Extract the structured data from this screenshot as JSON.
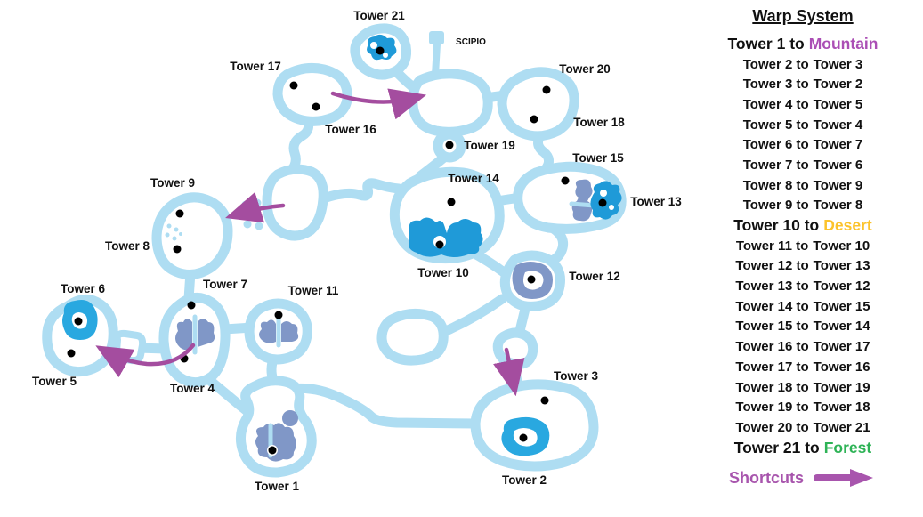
{
  "colors": {
    "path": "#aeddf2",
    "lake": "#1f9ad8",
    "lake-bright": "#29a8e0",
    "slate": "#8097c7",
    "arrow": "#a44d9f",
    "mountain": "#ab4fb5",
    "desert": "#fcc32c",
    "forest": "#2eb356",
    "shortcuts": "#a855ad"
  },
  "map": {
    "labels": [
      {
        "id": "tower-21",
        "text": "Tower 21"
      },
      {
        "id": "scipio",
        "text": "SCIPIO"
      },
      {
        "id": "tower-17",
        "text": "Tower 17"
      },
      {
        "id": "tower-20",
        "text": "Tower 20"
      },
      {
        "id": "tower-16",
        "text": "Tower 16"
      },
      {
        "id": "tower-18",
        "text": "Tower 18"
      },
      {
        "id": "tower-19",
        "text": "Tower 19"
      },
      {
        "id": "tower-15",
        "text": "Tower 15"
      },
      {
        "id": "tower-14",
        "text": "Tower 14"
      },
      {
        "id": "tower-9",
        "text": "Tower 9"
      },
      {
        "id": "tower-13",
        "text": "Tower 13"
      },
      {
        "id": "tower-8",
        "text": "Tower 8"
      },
      {
        "id": "tower-10",
        "text": "Tower 10"
      },
      {
        "id": "tower-12",
        "text": "Tower 12"
      },
      {
        "id": "tower-7",
        "text": "Tower 7"
      },
      {
        "id": "tower-11",
        "text": "Tower 11"
      },
      {
        "id": "tower-6",
        "text": "Tower 6"
      },
      {
        "id": "tower-5",
        "text": "Tower 5"
      },
      {
        "id": "tower-4",
        "text": "Tower 4"
      },
      {
        "id": "tower-3",
        "text": "Tower 3"
      },
      {
        "id": "tower-1",
        "text": "Tower 1"
      },
      {
        "id": "tower-2",
        "text": "Tower 2"
      }
    ]
  },
  "warp_system": {
    "title": "Warp System",
    "routes": [
      {
        "label": "Tower 1 to",
        "dest": "Mountain"
      },
      {
        "label": "Tower 2 to",
        "dest": "Tower 3"
      },
      {
        "label": "Tower 3 to",
        "dest": "Tower 2"
      },
      {
        "label": "Tower 4 to",
        "dest": "Tower 5"
      },
      {
        "label": "Tower 5 to",
        "dest": "Tower 4"
      },
      {
        "label": "Tower 6 to",
        "dest": "Tower 7"
      },
      {
        "label": "Tower 7 to",
        "dest": "Tower 6"
      },
      {
        "label": "Tower 8 to",
        "dest": "Tower 9"
      },
      {
        "label": "Tower 9 to",
        "dest": "Tower 8"
      },
      {
        "label": "Tower 10 to",
        "dest": "Desert"
      },
      {
        "label": "Tower 11 to",
        "dest": "Tower 10"
      },
      {
        "label": "Tower 12 to",
        "dest": "Tower 13"
      },
      {
        "label": "Tower 13 to",
        "dest": "Tower 12"
      },
      {
        "label": "Tower 14 to",
        "dest": "Tower 15"
      },
      {
        "label": "Tower 15 to",
        "dest": "Tower 14"
      },
      {
        "label": "Tower 16 to",
        "dest": "Tower 17"
      },
      {
        "label": "Tower 17 to",
        "dest": "Tower 16"
      },
      {
        "label": "Tower 18 to",
        "dest": "Tower 19"
      },
      {
        "label": "Tower 19 to",
        "dest": "Tower 18"
      },
      {
        "label": "Tower 20 to",
        "dest": "Tower 21"
      },
      {
        "label": "Tower 21 to",
        "dest": "Forest"
      }
    ],
    "shortcuts_label": "Shortcuts"
  }
}
